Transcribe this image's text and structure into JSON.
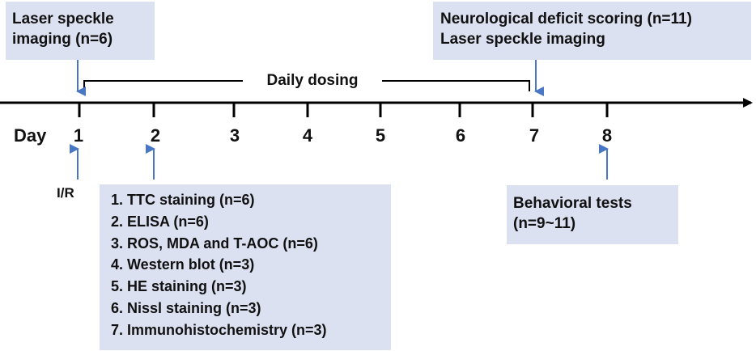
{
  "top_left_box": {
    "lines": [
      "Laser speckle",
      "imaging (n=6)"
    ]
  },
  "top_right_box": {
    "lines": [
      "Neurological deficit scoring (n=11)",
      "Laser speckle imaging"
    ]
  },
  "dosing_label": "Daily dosing",
  "timeline": {
    "label": "Day",
    "days": [
      "1",
      "2",
      "3",
      "4",
      "5",
      "6",
      "7",
      "8"
    ]
  },
  "ir_label": "I/R",
  "bottom_left_box": {
    "items": [
      "1. TTC staining (n=6)",
      "2. ELISA (n=6)",
      "3. ROS, MDA and T-AOC (n=6)",
      "4. Western blot (n=3)",
      "5. HE staining (n=3)",
      "6. Nissl staining (n=3)",
      "7. Immunohistochemistry (n=3)"
    ]
  },
  "bottom_right_box": {
    "lines": [
      "Behavioral tests",
      "(n=9~11)"
    ]
  },
  "colors": {
    "box_fill": "#dbe1f1",
    "arrow": "#4a77c3",
    "axis": "#000000"
  }
}
